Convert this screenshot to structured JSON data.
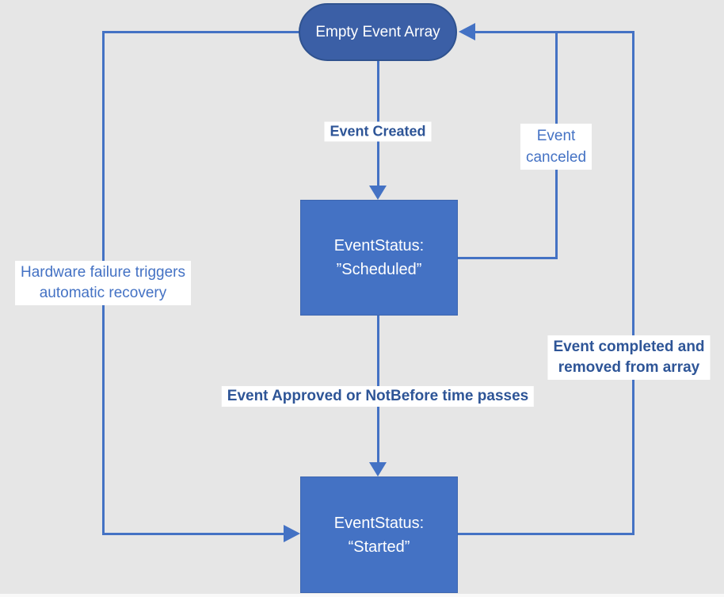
{
  "colors": {
    "canvas_bg": "#e6e6e6",
    "connector": "#4472c4",
    "node_fill": "#4472c4",
    "terminator_fill": "#3b5fa6",
    "terminator_border": "#2f528f",
    "node_text": "#ffffff",
    "label_bg": "#ffffff",
    "bold_label": "#2e5597",
    "regular_label": "#4472c4"
  },
  "nodes": {
    "terminator": {
      "label": "Empty Event Array"
    },
    "scheduled": {
      "line1": "EventStatus:",
      "line2": "”Scheduled”"
    },
    "started": {
      "line1": "EventStatus:",
      "line2": "“Started”"
    }
  },
  "edge_labels": {
    "event_created": "Event Created",
    "event_canceled_line1": "Event",
    "event_canceled_line2": "canceled",
    "event_approved": "Event Approved or NotBefore time passes",
    "hardware_line1": "Hardware failure triggers",
    "hardware_line2": "automatic recovery",
    "completed_line1": "Event completed and",
    "completed_line2": "removed from array"
  }
}
